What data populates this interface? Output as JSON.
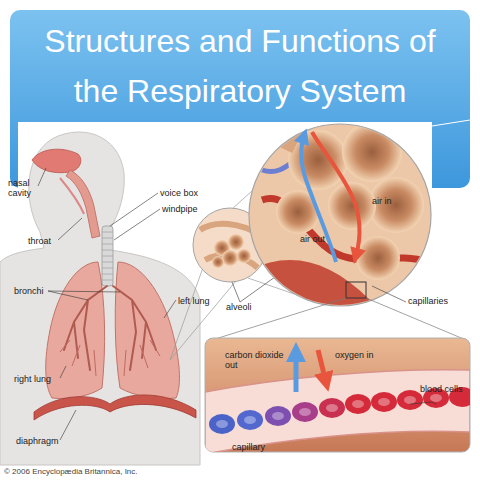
{
  "diagram": {
    "title": "Structures and Functions of the Respiratory System",
    "labels": [
      "nasal cavity",
      "voice box",
      "throat",
      "windpipe",
      "bronchi",
      "left lung",
      "right lung",
      "diaphragm",
      "alveoli",
      "air in",
      "air out",
      "capillaries",
      "carbon dioxide out",
      "oxygen in",
      "blood cells",
      "capillary",
      "© 2006 Encyclopædia Britannica, Inc."
    ]
  }
}
